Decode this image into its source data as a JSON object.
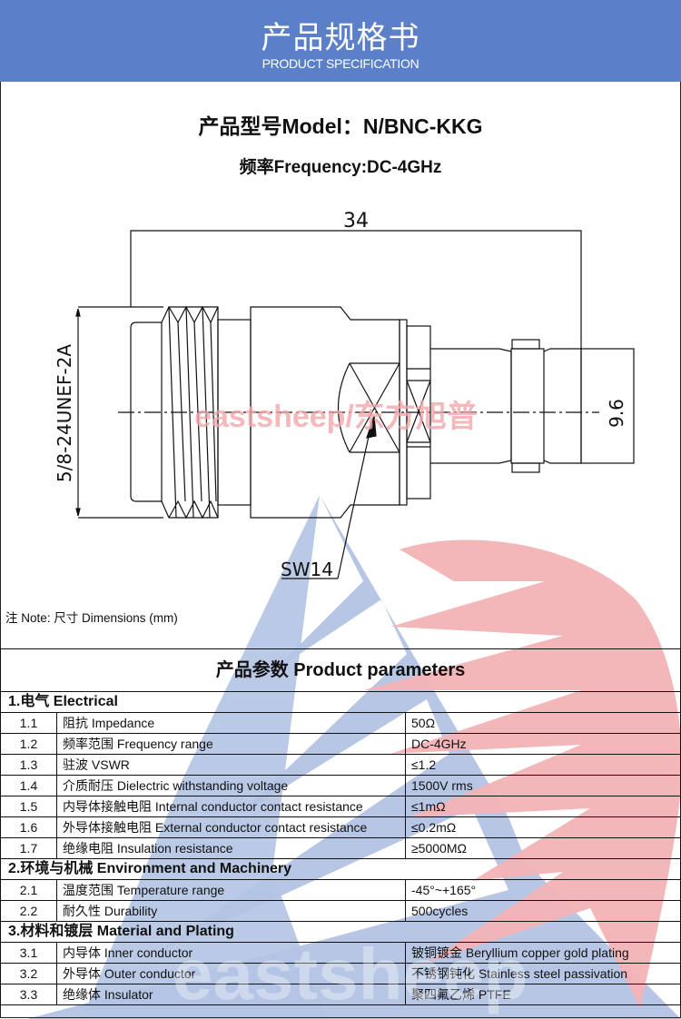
{
  "header": {
    "title_cn": "产品规格书",
    "title_en": "PRODUCT SPECIFICATION",
    "background": "#5b80c7"
  },
  "model_line": "产品型号Model：N/BNC-KKG",
  "frequency_line": "频率Frequency:DC-4GHz",
  "drawing": {
    "overall_length": "34",
    "thread_spec": "5/8-24UNEF-2A",
    "diameter": "9.6",
    "wrench_size": "SW14"
  },
  "watermark": {
    "text_en": "eastsheep",
    "text_full": "eastsheep/东方旭普",
    "blue": "#b3c3e3",
    "red": "#f2b3b6"
  },
  "note": "注 Note:  尺寸 Dimensions (mm)",
  "params": {
    "title": "产品参数 Product parameters",
    "sections": [
      {
        "heading": "1.电气 Electrical",
        "rows": [
          {
            "no": "1.1",
            "name": "阻抗 Impedance",
            "value": "50Ω"
          },
          {
            "no": "1.2",
            "name": "频率范围 Frequency range",
            "value": "DC-4GHz"
          },
          {
            "no": "1.3",
            "name": "驻波 VSWR",
            "value": "≤1.2"
          },
          {
            "no": "1.4",
            "name": "介质耐压 Dielectric withstanding voltage",
            "value": "1500V rms"
          },
          {
            "no": "1.5",
            "name": "内导体接触电阻 Internal conductor contact resistance",
            "value": "≤1mΩ"
          },
          {
            "no": "1.6",
            "name": "外导体接触电阻 External conductor contact resistance",
            "value": "≤0.2mΩ"
          },
          {
            "no": "1.7",
            "name": "绝缘电阻  Insulation resistance",
            "value": "≥5000MΩ"
          }
        ]
      },
      {
        "heading": "2.环境与机械 Environment and Machinery",
        "rows": [
          {
            "no": "2.1",
            "name": "温度范围 Temperature range",
            "value": "-45°~+165°"
          },
          {
            "no": "2.2",
            "name": "耐久性 Durability",
            "value": "500cycles"
          }
        ]
      },
      {
        "heading": "3.材料和镀层 Material and Plating",
        "rows": [
          {
            "no": "3.1",
            "name": "内导体 Inner conductor",
            "value": "铍铜镀金 Beryllium copper gold plating"
          },
          {
            "no": "3.2",
            "name": "外导体 Outer conductor",
            "value": "不锈钢钝化 Stainless steel passivation"
          },
          {
            "no": "3.3",
            "name": "绝缘体 Insulator",
            "value": "聚四氟乙烯 PTFE"
          }
        ]
      }
    ]
  }
}
